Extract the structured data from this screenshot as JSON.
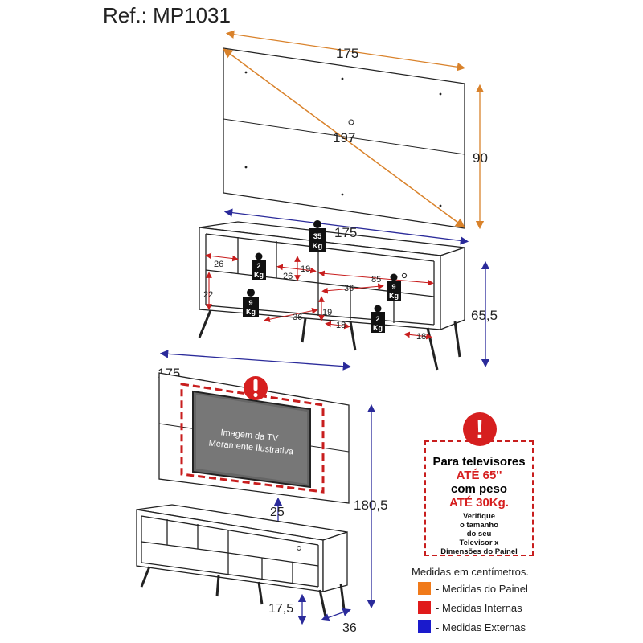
{
  "ref_label": "Ref.: MP1031",
  "dimensions": {
    "panel_width": "175",
    "panel_height": "90",
    "panel_diagonal": "197",
    "rack_width": "175",
    "rack_height": "65,5",
    "inner_26a": "26",
    "inner_26b": "26",
    "inner_19a": "19",
    "inner_85": "85",
    "inner_22": "22",
    "inner_36a": "36",
    "inner_36b": "36",
    "inner_19b": "19",
    "inner_18a": "18",
    "inner_18b": "18",
    "assembled_width": "175",
    "gap_25": "25",
    "total_height": "180,5",
    "foot_height": "17,5",
    "depth": "36"
  },
  "weights": {
    "top": {
      "num": "35",
      "unit": "Kg"
    },
    "niche_upper": {
      "num": "2",
      "unit": "Kg"
    },
    "shelf_right": {
      "num": "9",
      "unit": "Kg"
    },
    "niche_lower_left": {
      "num": "9",
      "unit": "Kg"
    },
    "niche_lower_right": {
      "num": "2",
      "unit": "Kg"
    }
  },
  "tv_caption": {
    "line1": "Imagem da TV",
    "line2": "Meramente Ilustrativa"
  },
  "warning": {
    "icon": "exclamation-icon",
    "line1": "Para televisores",
    "line2": "ATÉ 65''",
    "line3": "com peso",
    "line4": "ATÉ 30Kg.",
    "small1": "Verifique",
    "small2": "o tamanho",
    "small3": "do seu",
    "small4": "Televisor x",
    "small5": "Dimensões do Painel"
  },
  "legend": {
    "title": "Medidas em centímetros.",
    "items": [
      {
        "label": "- Medidas do Painel",
        "color": "#f07a1a"
      },
      {
        "label": "- Medidas Internas",
        "color": "#e01b1b"
      },
      {
        "label": "- Medidas Externas",
        "color": "#1a1acc"
      }
    ]
  },
  "colors": {
    "orange": "#d9822b",
    "red": "#c81e1e",
    "blue": "#2a2a9a"
  }
}
